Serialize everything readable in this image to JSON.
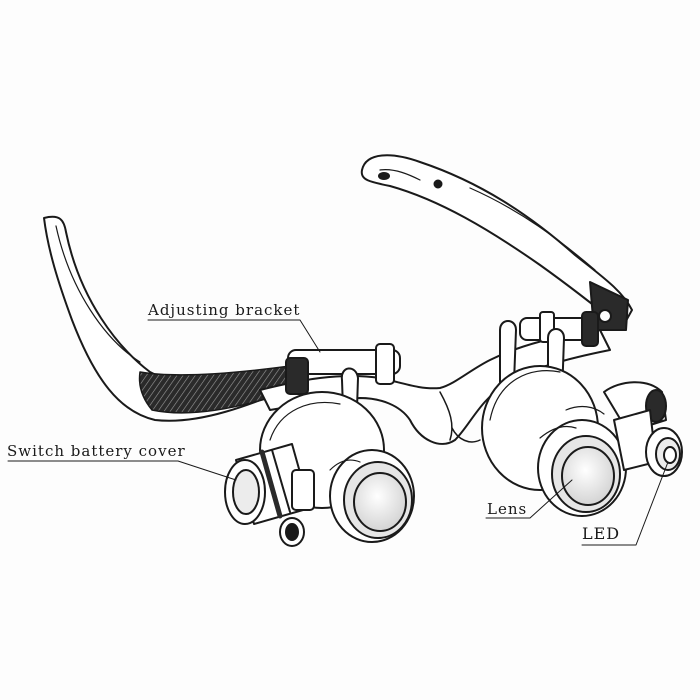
{
  "labels": {
    "adjusting_bracket": "Adjusting bracket",
    "switch_battery_cover": "Switch battery cover",
    "lens": "Lens",
    "led": "LED"
  },
  "colors": {
    "ink": "#1a1a1a",
    "paper": "#fdfdfd",
    "shade": "#cfcfcf"
  }
}
